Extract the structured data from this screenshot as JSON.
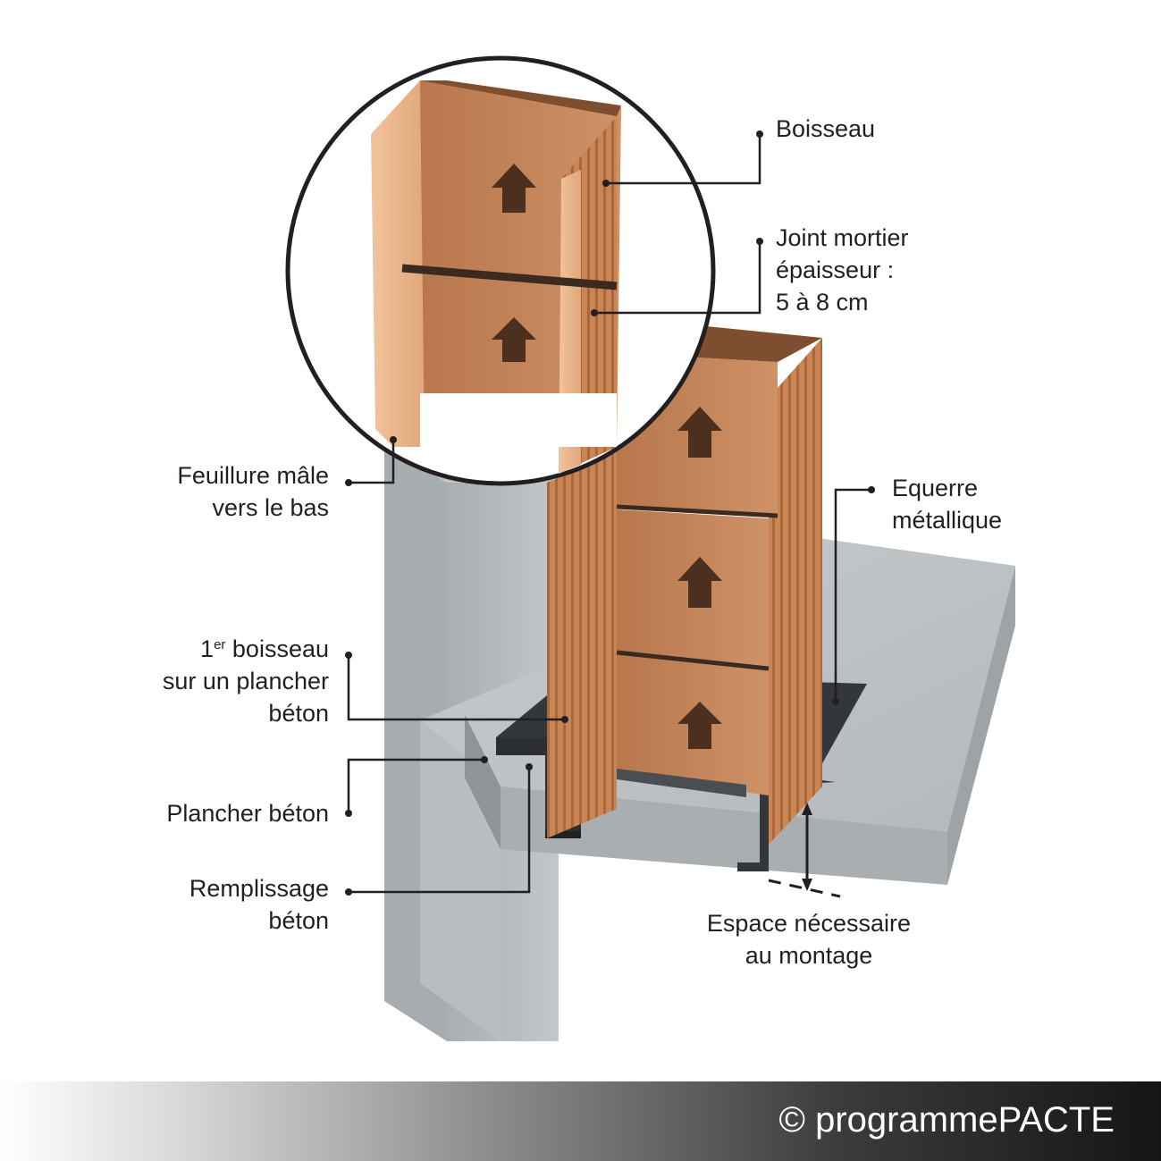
{
  "labels": {
    "boisseau": "Boisseau",
    "joint": [
      "Joint mortier",
      "épaisseur :",
      "5 à 8 cm"
    ],
    "feuillure": [
      "Feuillure mâle",
      "vers le bas"
    ],
    "equerre": [
      "Equerre",
      "métallique"
    ],
    "premier": {
      "num": "1",
      "sup": "er",
      "rest": " boisseau",
      "line2": "sur un plancher",
      "line3": "béton"
    },
    "plancher": "Plancher béton",
    "remplissage": [
      "Remplissage",
      "béton"
    ],
    "espace": [
      "Espace nécessaire",
      "au montage"
    ]
  },
  "footer": {
    "copyright": "© programmePACTE"
  },
  "colors": {
    "concrete": "#b6bbbe",
    "clay": "#c98a5b",
    "metal": "#2f3133",
    "ink": "#231f20"
  }
}
